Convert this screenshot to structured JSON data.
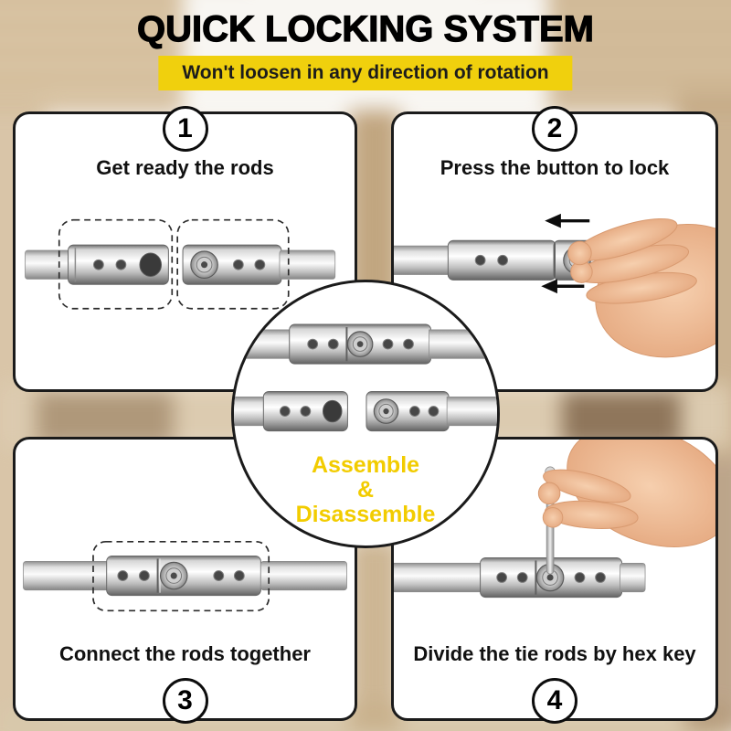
{
  "header": {
    "title": "QUICK LOCKING SYSTEM",
    "banner": "Won't loosen in any direction of rotation"
  },
  "steps": [
    {
      "number": "1",
      "label": "Get ready the rods"
    },
    {
      "number": "2",
      "label": "Press the button to lock"
    },
    {
      "number": "3",
      "label": "Connect the rods together"
    },
    {
      "number": "4",
      "label": "Divide the tie rods by hex key"
    }
  ],
  "center_badge": {
    "line1": "Assemble",
    "line2": "&",
    "line3": "Disassemble"
  },
  "colors": {
    "accent_yellow": "#F0D00D",
    "text_dark": "#111111",
    "panel_border": "#1B1B1B",
    "panel_bg": "#FFFFFF"
  },
  "illustrations": {
    "step1": "two-rod-ends-with-dashed-highlights",
    "step2": "hand-pressing-lock-button",
    "step3": "connected-rod-with-dashed-highlight",
    "step4": "hand-inserting-hex-key",
    "center": "assembled-and-separated-rods"
  }
}
